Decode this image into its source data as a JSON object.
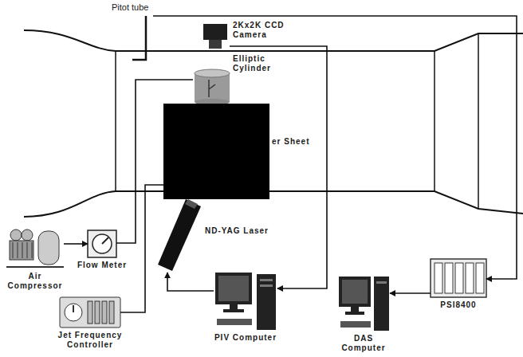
{
  "diagram": {
    "nodes": [
      {
        "text": [
          "Pitot tube"
        ]
      },
      {
        "text": [
          "2Kx2K CCD Camera"
        ]
      },
      {
        "text": [
          "Elliptic Cylinder"
        ]
      },
      {
        "text": [
          "er Sheet"
        ]
      },
      {
        "text": [
          "ND-YAG Laser"
        ]
      },
      {
        "text": [
          "Air Compressor"
        ]
      },
      {
        "text": [
          "Flow Meter"
        ]
      },
      {
        "text": [
          "Jet Frequency Controller"
        ]
      },
      {
        "text": [
          "PIV Computer"
        ]
      },
      {
        "text": [
          "DAS Computer"
        ]
      },
      {
        "text": [
          "PSI8400"
        ]
      }
    ],
    "edges": [
      {
        "from": 0,
        "to": 10,
        "arrow": "to"
      },
      {
        "from": 1,
        "to": 8,
        "arrow": "to"
      },
      {
        "from": 8,
        "to": 4,
        "arrow": "to"
      },
      {
        "from": 6,
        "to": 2,
        "arrow": "none"
      },
      {
        "from": 7,
        "to": 3,
        "arrow": "none"
      },
      {
        "from": 5,
        "to": 6,
        "arrow": "to"
      },
      {
        "from": 10,
        "to": 9,
        "arrow": "to"
      }
    ]
  }
}
